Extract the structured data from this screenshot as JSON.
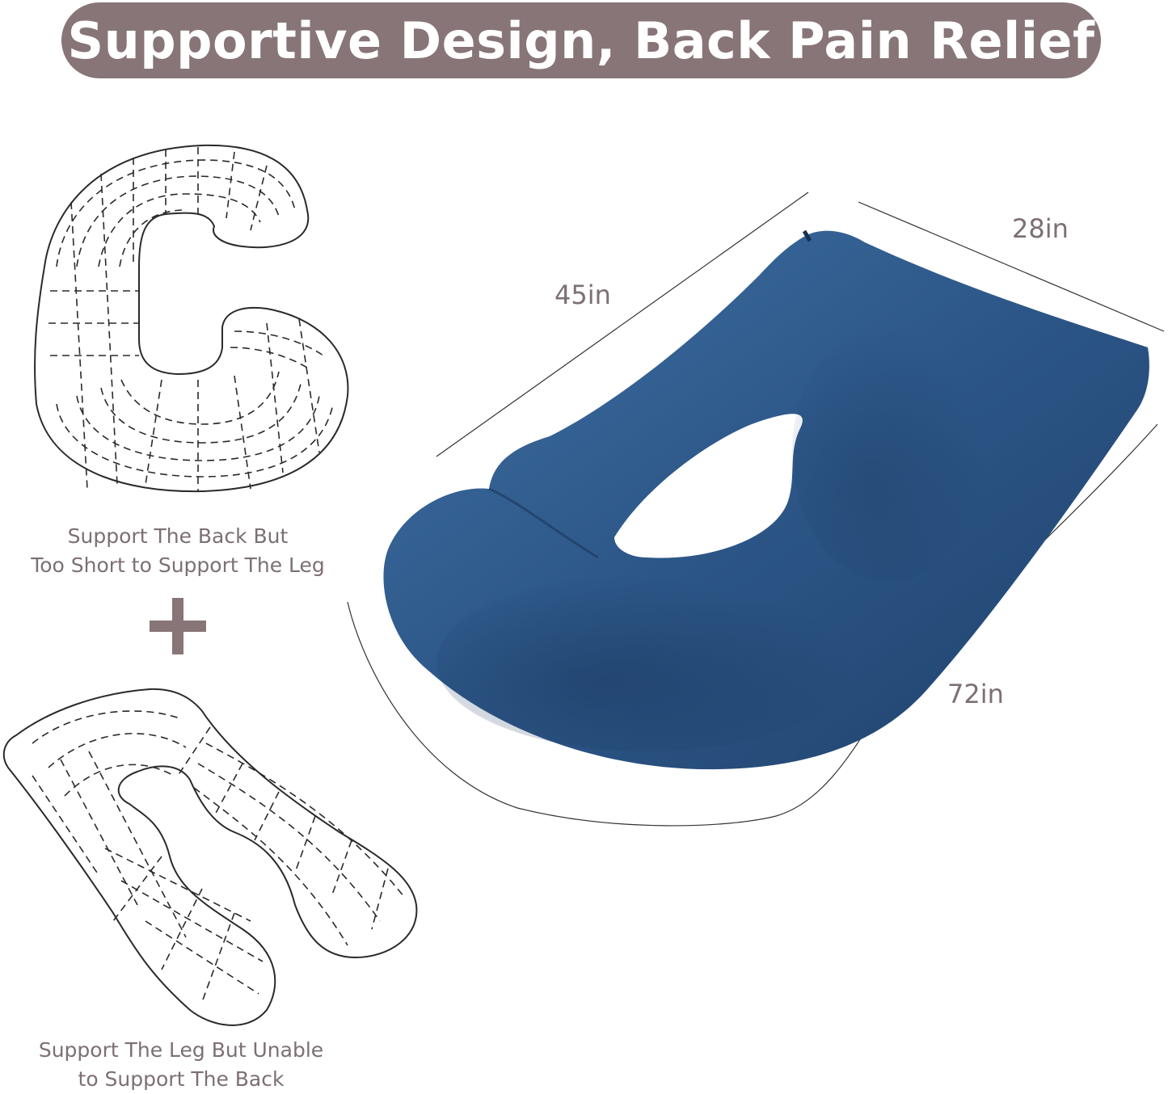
{
  "banner": {
    "title": "Supportive Design, Back Pain Relief",
    "background_color": "#877577",
    "text_color": "#ffffff"
  },
  "comparison": {
    "c_shape": {
      "icon": "c-shaped-pillow-outline-icon",
      "caption_line1": "Support The Back But",
      "caption_line2": "Too Short to Support The Leg"
    },
    "plus_symbol": "+",
    "u_shape": {
      "icon": "u-shaped-pillow-outline-icon",
      "caption_line1": "Support The Leg But Unable",
      "caption_line2": "to Support The Back"
    }
  },
  "product": {
    "image": "blue-velvet-g-shaped-pregnancy-pillow",
    "color": "#2f5a8a",
    "dimensions": {
      "width": "45in",
      "depth": "28in",
      "length": "72in"
    }
  },
  "colors": {
    "caption_text": "#7d6f72",
    "dimension_text": "#7d6f72",
    "outline": "#2a2a2a"
  }
}
